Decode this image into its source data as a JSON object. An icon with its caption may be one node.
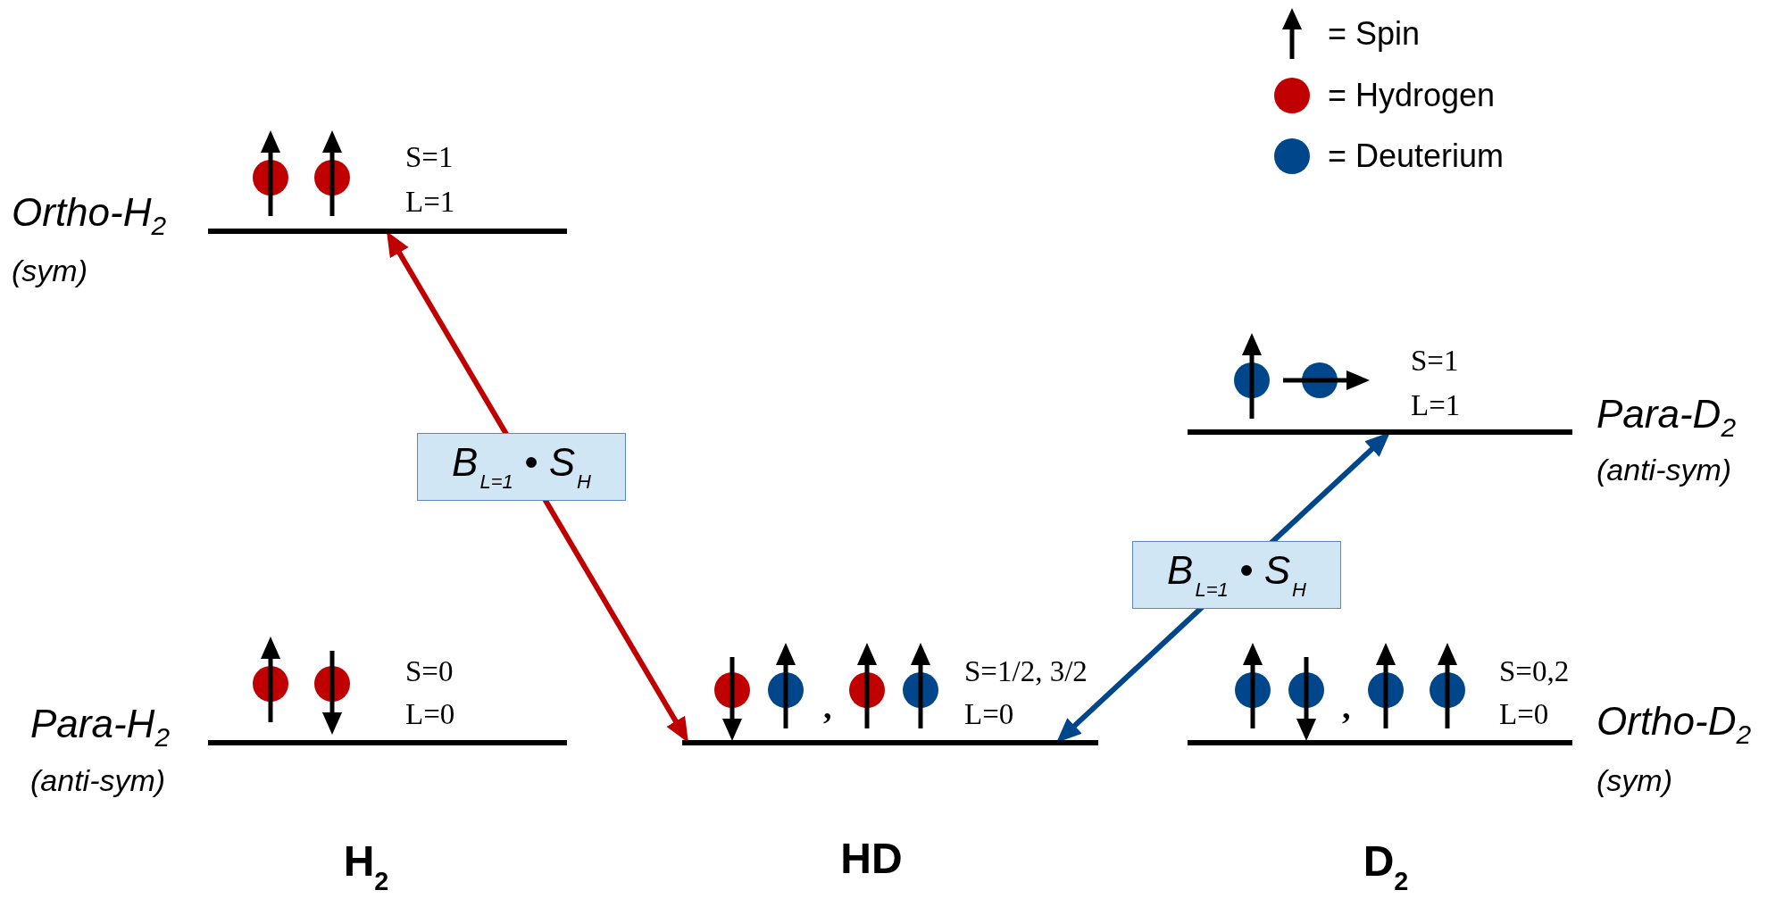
{
  "diagram": {
    "nodes": [
      {
        "text": [
          "S=1",
          "L=1"
        ],
        "beside": [
          "Ortho-H$_{2}$",
          "(sym)"
        ]
      },
      {
        "text": [
          "S=0",
          "L=0"
        ],
        "beside": [
          "Para-H$_{2}$",
          "(anti-sym)"
        ]
      },
      {
        "text": [
          ",",
          "S=1/2, 3/2",
          "L=0"
        ]
      },
      {
        "text": [
          "S=1",
          "L=1"
        ],
        "beside": [
          "Para-D$_{2}$",
          "(anti-sym)"
        ]
      },
      {
        "text": [
          ",",
          "S=0,2",
          "L=0"
        ],
        "beside": [
          "Ortho-D$_{2}$",
          "(sym)"
        ]
      }
    ],
    "edges": [
      {
        "from": 0,
        "to": 2,
        "arrow": "both",
        "label": "B$_{L=1}$ • S$_{H}$",
        "color": "#c00000"
      },
      {
        "from": 2,
        "to": 3,
        "arrow": "both",
        "label": "B$_{L=1}$ • S$_{H}$",
        "color": "#00468b"
      }
    ],
    "labels": [
      "H$_{2}$",
      "HD",
      "D$_{2}$"
    ],
    "legend": [
      {
        "text": "= Spin"
      },
      {
        "text": "= Hydrogen",
        "color": "#c00000"
      },
      {
        "text": "= Deuterium",
        "color": "#00468b"
      }
    ]
  }
}
